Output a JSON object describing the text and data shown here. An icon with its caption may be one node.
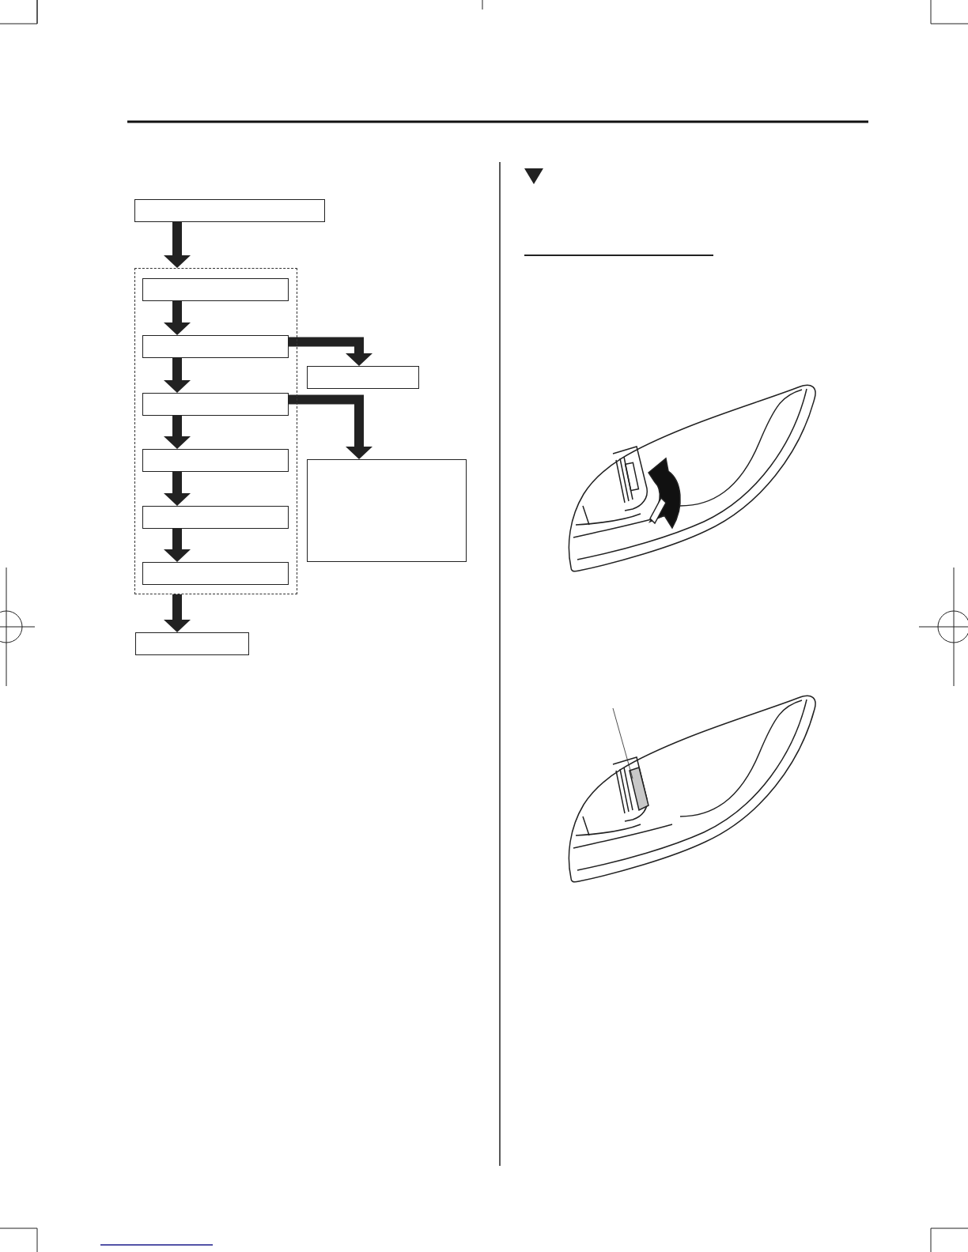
{
  "diagram": {
    "nodes": [
      {
        "text": [],
        "shape": "box"
      },
      {
        "text": [],
        "shape": "box"
      },
      {
        "text": [],
        "shape": "box",
        "in": 1
      },
      {
        "text": [],
        "shape": "box",
        "in": 1
      },
      {
        "text": [],
        "shape": "box",
        "in": 1
      },
      {
        "text": [],
        "shape": "box",
        "in": 1
      },
      {
        "text": [],
        "shape": "box",
        "in": 1
      },
      {
        "text": [],
        "shape": "box",
        "in": 1
      },
      {
        "text": [],
        "shape": "box"
      },
      {
        "text": [],
        "shape": "box"
      },
      {
        "text": [],
        "shape": "box"
      }
    ],
    "edges": [
      {
        "from": 0,
        "to": 1,
        "arrow": "to"
      },
      {
        "from": 2,
        "to": 3,
        "arrow": "to"
      },
      {
        "from": 3,
        "to": 4,
        "arrow": "to"
      },
      {
        "from": 4,
        "to": 5,
        "arrow": "to"
      },
      {
        "from": 5,
        "to": 6,
        "arrow": "to"
      },
      {
        "from": 6,
        "to": 7,
        "arrow": "to"
      },
      {
        "from": 1,
        "to": 10,
        "arrow": "to"
      },
      {
        "from": 3,
        "to": 8,
        "arrow": "to"
      },
      {
        "from": 4,
        "to": 9,
        "arrow": "to"
      }
    ]
  }
}
